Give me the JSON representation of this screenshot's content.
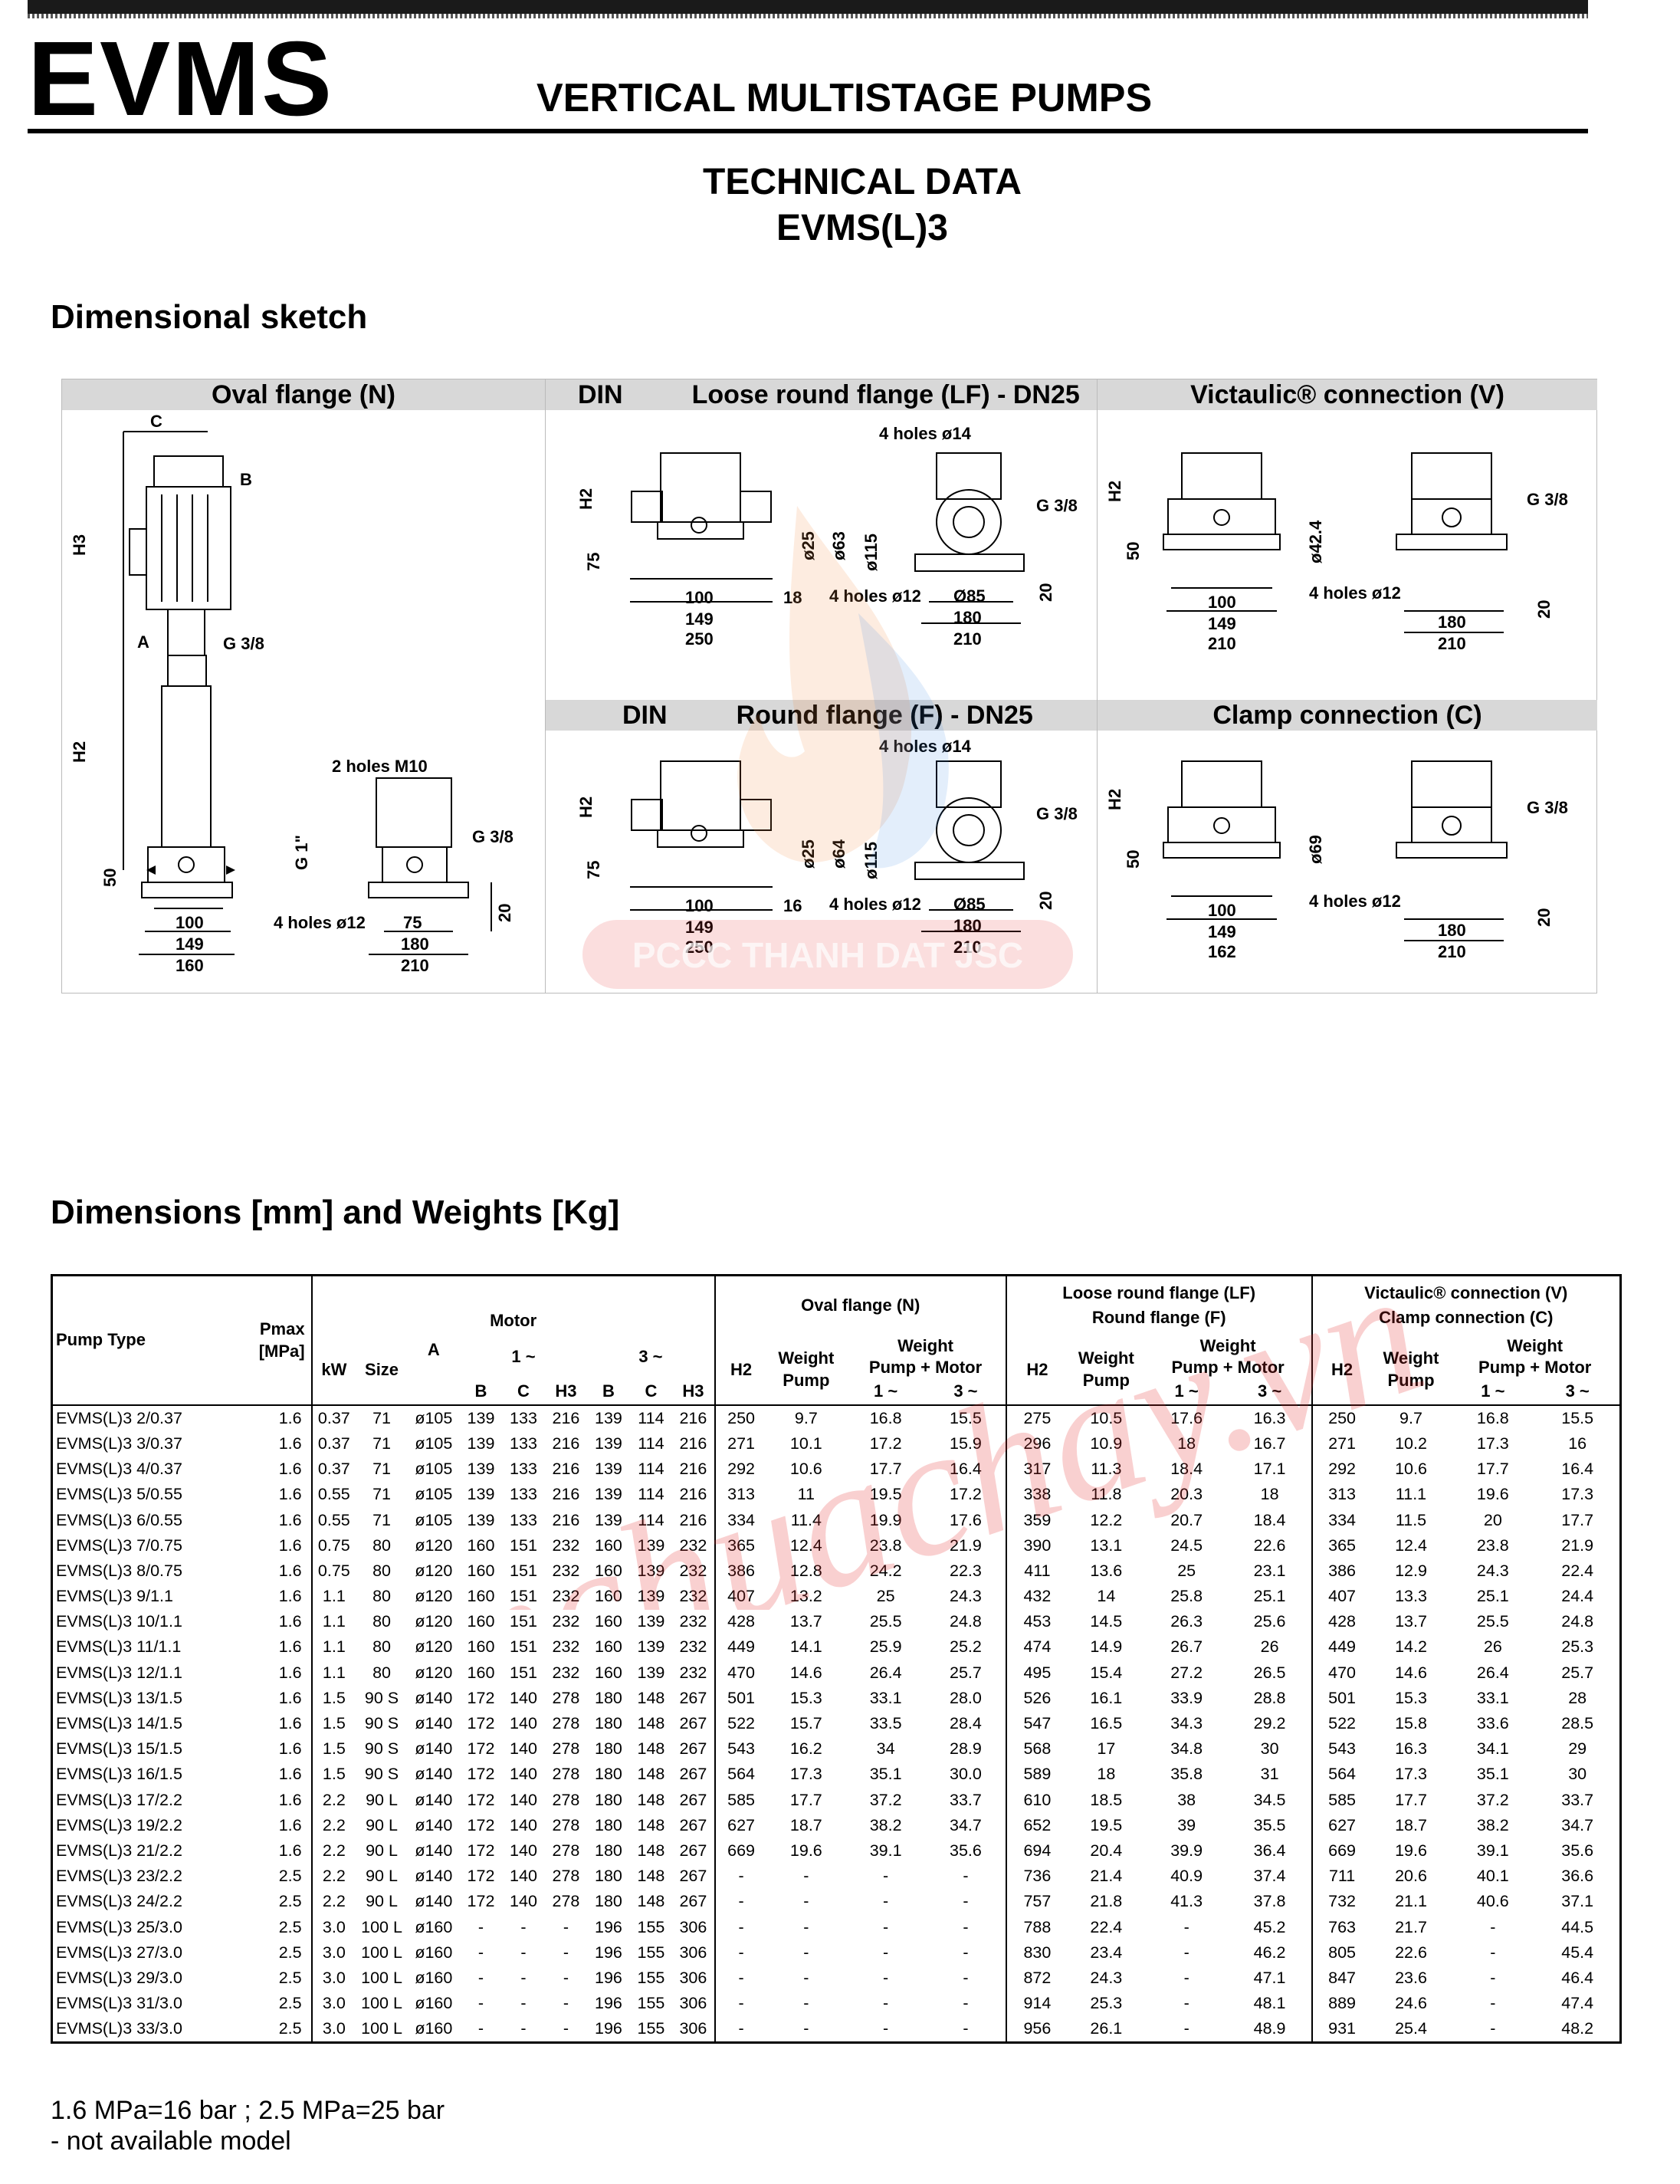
{
  "header": {
    "brand": "EVMS",
    "subtitle": "VERTICAL MULTISTAGE PUMPS",
    "title_line1": "TECHNICAL DATA",
    "title_line2": "EVMS(L)3"
  },
  "sections": {
    "sketch_title": "Dimensional sketch",
    "table_title": "Dimensions [mm] and Weights [Kg]"
  },
  "sketch": {
    "oval": "Oval flange (N)",
    "loose_din": "DIN",
    "loose": "Loose round flange (LF) - DN25",
    "victaulic": "Victaulic® connection (V)",
    "round_din": "DIN",
    "round": "Round flange (F) - DN25",
    "clamp": "Clamp connection (C)",
    "oval_labels": {
      "c": "C",
      "b": "B",
      "h3": "H3",
      "a": "A",
      "g38": "G 3/8",
      "h2": "H2",
      "holes_m10": "2 holes M10",
      "g38b": "G 3/8",
      "g1": "G 1\"",
      "d50": "50",
      "holes12": "4 holes ø12",
      "d100": "100",
      "d149": "149",
      "d160": "160",
      "d75": "75",
      "d180": "180",
      "d210": "210",
      "d20": "20"
    },
    "loose_labels": {
      "h2": "H2",
      "holes14": "4 holes ø14",
      "g38": "G 3/8",
      "d75": "75",
      "d25": "ø25",
      "d63": "ø63",
      "d115": "ø115",
      "d100": "100",
      "d149": "149",
      "d250": "250",
      "d18": "18",
      "holes12": "4 holes ø12",
      "d85": "Ø85",
      "d180": "180",
      "d210": "210",
      "d20": "20"
    },
    "vict_labels": {
      "h2": "H2",
      "d424": "ø42.4",
      "g38": "G 3/8",
      "d50": "50",
      "d100": "100",
      "d149": "149",
      "d210": "210",
      "holes12": "4 holes ø12",
      "d180": "180",
      "d210b": "210",
      "d20": "20"
    },
    "round_labels": {
      "h2": "H2",
      "holes14": "4 holes ø14",
      "g38": "G 3/8",
      "d75": "75",
      "d25": "ø25",
      "d64": "ø64",
      "d115": "ø115",
      "d100": "100",
      "d149": "149",
      "d250": "250",
      "d16": "16",
      "holes12": "4 holes ø12",
      "d85": "Ø85",
      "d180": "180",
      "d210": "210",
      "d20": "20"
    },
    "clamp_labels": {
      "h2": "H2",
      "d69": "ø69",
      "g38": "G 3/8",
      "d50": "50",
      "d100": "100",
      "d149": "149",
      "d162": "162",
      "holes12": "4 holes ø12",
      "d180": "180",
      "d210": "210",
      "d20": "20"
    }
  },
  "table": {
    "hdr": {
      "pump_type": "Pump Type",
      "pmax": "Pmax",
      "pmax_unit": "[MPa]",
      "motor": "Motor",
      "kw": "kW",
      "size": "Size",
      "a": "A",
      "ph1": "1 ~",
      "ph3": "3 ~",
      "b": "B",
      "c": "C",
      "h3": "H3",
      "oval": "Oval flange (N)",
      "h2": "H2",
      "weight": "Weight",
      "pump": "Pump",
      "weight_pm": "Weight",
      "pump_motor": "Pump + Motor",
      "lf1": "Loose round flange (LF)",
      "lf2": "Round flange (F)",
      "vc1": "Victaulic® connection (V)",
      "vc2": "Clamp connection (C)"
    },
    "rows": [
      [
        "EVMS(L)3 2/0.37",
        "1.6",
        "0.37",
        "71",
        "ø105",
        "139",
        "133",
        "216",
        "139",
        "114",
        "216",
        "250",
        "9.7",
        "16.8",
        "15.5",
        "275",
        "10.5",
        "17.6",
        "16.3",
        "250",
        "9.7",
        "16.8",
        "15.5"
      ],
      [
        "EVMS(L)3 3/0.37",
        "1.6",
        "0.37",
        "71",
        "ø105",
        "139",
        "133",
        "216",
        "139",
        "114",
        "216",
        "271",
        "10.1",
        "17.2",
        "15.9",
        "296",
        "10.9",
        "18",
        "16.7",
        "271",
        "10.2",
        "17.3",
        "16"
      ],
      [
        "EVMS(L)3 4/0.37",
        "1.6",
        "0.37",
        "71",
        "ø105",
        "139",
        "133",
        "216",
        "139",
        "114",
        "216",
        "292",
        "10.6",
        "17.7",
        "16.4",
        "317",
        "11.3",
        "18.4",
        "17.1",
        "292",
        "10.6",
        "17.7",
        "16.4"
      ],
      [
        "EVMS(L)3 5/0.55",
        "1.6",
        "0.55",
        "71",
        "ø105",
        "139",
        "133",
        "216",
        "139",
        "114",
        "216",
        "313",
        "11",
        "19.5",
        "17.2",
        "338",
        "11.8",
        "20.3",
        "18",
        "313",
        "11.1",
        "19.6",
        "17.3"
      ],
      [
        "EVMS(L)3 6/0.55",
        "1.6",
        "0.55",
        "71",
        "ø105",
        "139",
        "133",
        "216",
        "139",
        "114",
        "216",
        "334",
        "11.4",
        "19.9",
        "17.6",
        "359",
        "12.2",
        "20.7",
        "18.4",
        "334",
        "11.5",
        "20",
        "17.7"
      ],
      [
        "EVMS(L)3 7/0.75",
        "1.6",
        "0.75",
        "80",
        "ø120",
        "160",
        "151",
        "232",
        "160",
        "139",
        "232",
        "365",
        "12.4",
        "23.8",
        "21.9",
        "390",
        "13.1",
        "24.5",
        "22.6",
        "365",
        "12.4",
        "23.8",
        "21.9"
      ],
      [
        "EVMS(L)3 8/0.75",
        "1.6",
        "0.75",
        "80",
        "ø120",
        "160",
        "151",
        "232",
        "160",
        "139",
        "232",
        "386",
        "12.8",
        "24.2",
        "22.3",
        "411",
        "13.6",
        "25",
        "23.1",
        "386",
        "12.9",
        "24.3",
        "22.4"
      ],
      [
        "EVMS(L)3 9/1.1",
        "1.6",
        "1.1",
        "80",
        "ø120",
        "160",
        "151",
        "232",
        "160",
        "139",
        "232",
        "407",
        "13.2",
        "25",
        "24.3",
        "432",
        "14",
        "25.8",
        "25.1",
        "407",
        "13.3",
        "25.1",
        "24.4"
      ],
      [
        "EVMS(L)3 10/1.1",
        "1.6",
        "1.1",
        "80",
        "ø120",
        "160",
        "151",
        "232",
        "160",
        "139",
        "232",
        "428",
        "13.7",
        "25.5",
        "24.8",
        "453",
        "14.5",
        "26.3",
        "25.6",
        "428",
        "13.7",
        "25.5",
        "24.8"
      ],
      [
        "EVMS(L)3 11/1.1",
        "1.6",
        "1.1",
        "80",
        "ø120",
        "160",
        "151",
        "232",
        "160",
        "139",
        "232",
        "449",
        "14.1",
        "25.9",
        "25.2",
        "474",
        "14.9",
        "26.7",
        "26",
        "449",
        "14.2",
        "26",
        "25.3"
      ],
      [
        "EVMS(L)3 12/1.1",
        "1.6",
        "1.1",
        "80",
        "ø120",
        "160",
        "151",
        "232",
        "160",
        "139",
        "232",
        "470",
        "14.6",
        "26.4",
        "25.7",
        "495",
        "15.4",
        "27.2",
        "26.5",
        "470",
        "14.6",
        "26.4",
        "25.7"
      ],
      [
        "EVMS(L)3 13/1.5",
        "1.6",
        "1.5",
        "90 S",
        "ø140",
        "172",
        "140",
        "278",
        "180",
        "148",
        "267",
        "501",
        "15.3",
        "33.1",
        "28.0",
        "526",
        "16.1",
        "33.9",
        "28.8",
        "501",
        "15.3",
        "33.1",
        "28"
      ],
      [
        "EVMS(L)3 14/1.5",
        "1.6",
        "1.5",
        "90 S",
        "ø140",
        "172",
        "140",
        "278",
        "180",
        "148",
        "267",
        "522",
        "15.7",
        "33.5",
        "28.4",
        "547",
        "16.5",
        "34.3",
        "29.2",
        "522",
        "15.8",
        "33.6",
        "28.5"
      ],
      [
        "EVMS(L)3 15/1.5",
        "1.6",
        "1.5",
        "90 S",
        "ø140",
        "172",
        "140",
        "278",
        "180",
        "148",
        "267",
        "543",
        "16.2",
        "34",
        "28.9",
        "568",
        "17",
        "34.8",
        "30",
        "543",
        "16.3",
        "34.1",
        "29"
      ],
      [
        "EVMS(L)3 16/1.5",
        "1.6",
        "1.5",
        "90 S",
        "ø140",
        "172",
        "140",
        "278",
        "180",
        "148",
        "267",
        "564",
        "17.3",
        "35.1",
        "30.0",
        "589",
        "18",
        "35.8",
        "31",
        "564",
        "17.3",
        "35.1",
        "30"
      ],
      [
        "EVMS(L)3 17/2.2",
        "1.6",
        "2.2",
        "90 L",
        "ø140",
        "172",
        "140",
        "278",
        "180",
        "148",
        "267",
        "585",
        "17.7",
        "37.2",
        "33.7",
        "610",
        "18.5",
        "38",
        "34.5",
        "585",
        "17.7",
        "37.2",
        "33.7"
      ],
      [
        "EVMS(L)3 19/2.2",
        "1.6",
        "2.2",
        "90 L",
        "ø140",
        "172",
        "140",
        "278",
        "180",
        "148",
        "267",
        "627",
        "18.7",
        "38.2",
        "34.7",
        "652",
        "19.5",
        "39",
        "35.5",
        "627",
        "18.7",
        "38.2",
        "34.7"
      ],
      [
        "EVMS(L)3 21/2.2",
        "1.6",
        "2.2",
        "90 L",
        "ø140",
        "172",
        "140",
        "278",
        "180",
        "148",
        "267",
        "669",
        "19.6",
        "39.1",
        "35.6",
        "694",
        "20.4",
        "39.9",
        "36.4",
        "669",
        "19.6",
        "39.1",
        "35.6"
      ],
      [
        "EVMS(L)3 23/2.2",
        "2.5",
        "2.2",
        "90 L",
        "ø140",
        "172",
        "140",
        "278",
        "180",
        "148",
        "267",
        "-",
        "-",
        "-",
        "-",
        "736",
        "21.4",
        "40.9",
        "37.4",
        "711",
        "20.6",
        "40.1",
        "36.6"
      ],
      [
        "EVMS(L)3 24/2.2",
        "2.5",
        "2.2",
        "90 L",
        "ø140",
        "172",
        "140",
        "278",
        "180",
        "148",
        "267",
        "-",
        "-",
        "-",
        "-",
        "757",
        "21.8",
        "41.3",
        "37.8",
        "732",
        "21.1",
        "40.6",
        "37.1"
      ],
      [
        "EVMS(L)3 25/3.0",
        "2.5",
        "3.0",
        "100 L",
        "ø160",
        "-",
        "-",
        "-",
        "196",
        "155",
        "306",
        "-",
        "-",
        "-",
        "-",
        "788",
        "22.4",
        "-",
        "45.2",
        "763",
        "21.7",
        "-",
        "44.5"
      ],
      [
        "EVMS(L)3 27/3.0",
        "2.5",
        "3.0",
        "100 L",
        "ø160",
        "-",
        "-",
        "-",
        "196",
        "155",
        "306",
        "-",
        "-",
        "-",
        "-",
        "830",
        "23.4",
        "-",
        "46.2",
        "805",
        "22.6",
        "-",
        "45.4"
      ],
      [
        "EVMS(L)3 29/3.0",
        "2.5",
        "3.0",
        "100 L",
        "ø160",
        "-",
        "-",
        "-",
        "196",
        "155",
        "306",
        "-",
        "-",
        "-",
        "-",
        "872",
        "24.3",
        "-",
        "47.1",
        "847",
        "23.6",
        "-",
        "46.4"
      ],
      [
        "EVMS(L)3 31/3.0",
        "2.5",
        "3.0",
        "100 L",
        "ø160",
        "-",
        "-",
        "-",
        "196",
        "155",
        "306",
        "-",
        "-",
        "-",
        "-",
        "914",
        "25.3",
        "-",
        "48.1",
        "889",
        "24.6",
        "-",
        "47.4"
      ],
      [
        "EVMS(L)3 33/3.0",
        "2.5",
        "3.0",
        "100 L",
        "ø160",
        "-",
        "-",
        "-",
        "196",
        "155",
        "306",
        "-",
        "-",
        "-",
        "-",
        "956",
        "26.1",
        "-",
        "48.9",
        "931",
        "25.4",
        "-",
        "48.2"
      ]
    ]
  },
  "footnotes": {
    "line1": "1.6 MPa=16 bar ; 2.5 MPa=25 bar",
    "line2": "- not available model"
  },
  "watermark": {
    "text": "bomchuachay.vn",
    "logo_text": "PCCC THANH DAT JSC",
    "color": "#e63030"
  }
}
